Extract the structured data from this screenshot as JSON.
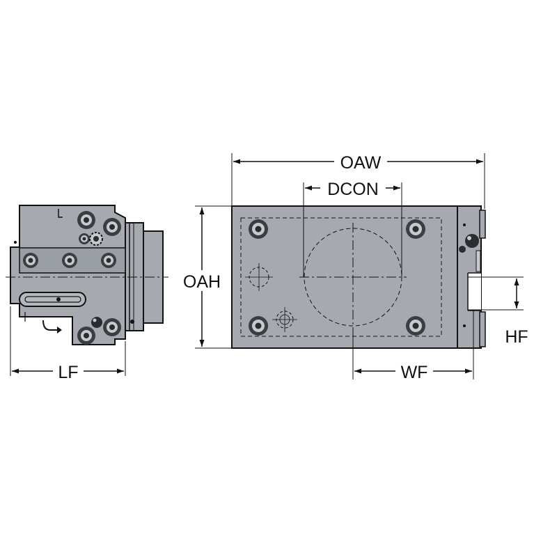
{
  "labels": {
    "oaw": "OAW",
    "dcon": "DCON",
    "oah": "OAH",
    "hf": "HF",
    "lf": "LF",
    "wf": "WF"
  },
  "colors": {
    "body_fill": "#a6aab0",
    "body_dark": "#8e9299",
    "outline": "#111111",
    "screw_outer": "#3a3d41",
    "screw_ring": "#c7cacd",
    "screw_inner": "#2a2c2f",
    "background": "#ffffff"
  }
}
